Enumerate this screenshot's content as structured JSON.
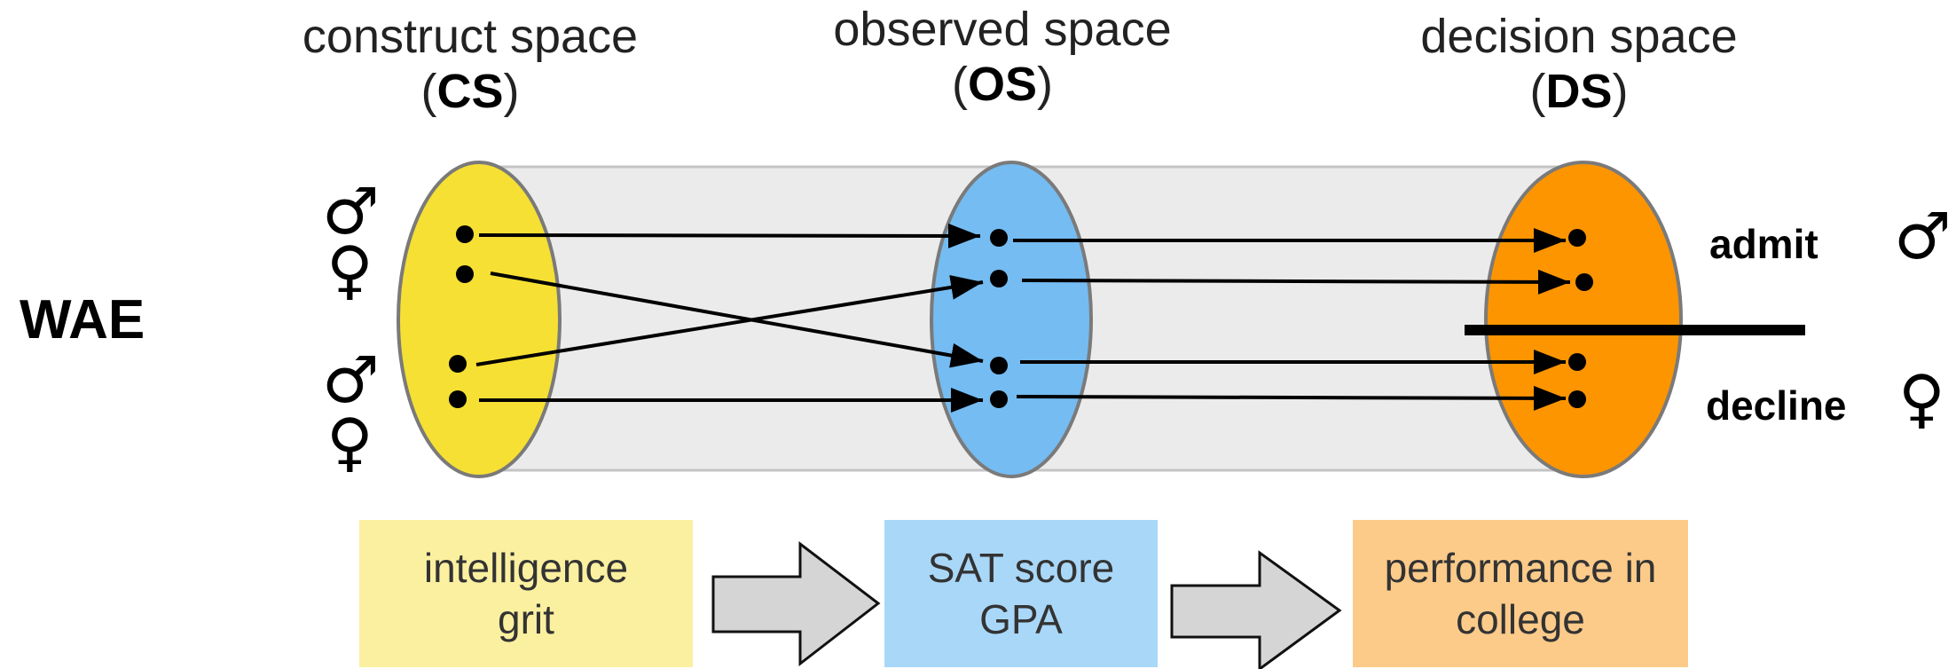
{
  "spaces": [
    {
      "name": "construct space",
      "abbr": "CS",
      "color": "#f6e033"
    },
    {
      "name": "observed space",
      "abbr": "OS",
      "color": "#74bcf2"
    },
    {
      "name": "decision space",
      "abbr": "DS",
      "color": "#fd9500"
    }
  ],
  "worldview": "WAE",
  "outcomes": {
    "admit": "admit",
    "decline": "decline"
  },
  "gender_symbols": {
    "male": "♂",
    "female": "♀"
  },
  "examples": [
    {
      "line1": "intelligence",
      "line2": "grit",
      "color": "#fbf0a0"
    },
    {
      "line1": "SAT score",
      "line2": "GPA",
      "color": "#a9d7f8"
    },
    {
      "line1": "performance in",
      "line2": "college",
      "color": "#fccb8a"
    }
  ]
}
